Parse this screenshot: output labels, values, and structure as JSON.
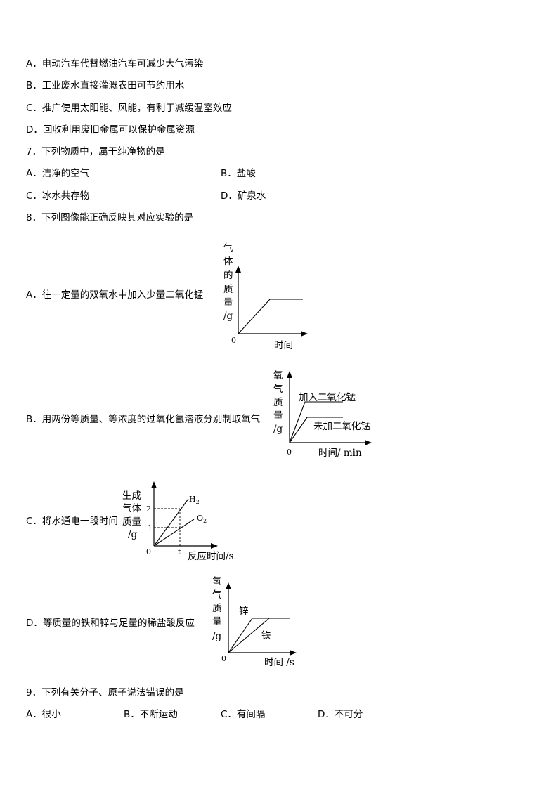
{
  "q6_options": {
    "A": "A．电动汽车代替燃油汽车可减少大气污染",
    "B": "B．工业废水直接灌溉农田可节约用水",
    "C": "C．推广使用太阳能、风能，有利于减缓温室效应",
    "D": "D．回收利用废旧金属可以保护金属资源"
  },
  "q7": {
    "stem": "7．下列物质中，属于纯净物的是",
    "A": "A．洁净的空气",
    "B": "B．盐酸",
    "C": "C．冰水共存物",
    "D": "D．矿泉水"
  },
  "q8": {
    "stem": "8．下列图像能正确反映其对应实验的是",
    "A": {
      "text": "A．往一定量的双氧水中加入少量二氧化锰",
      "ylabel": [
        "气",
        "体",
        "的",
        "质",
        "量",
        "/g"
      ],
      "origin": "0",
      "xlabel": "时间"
    },
    "B": {
      "text": "B．用两份等质量、等浓度的过氧化氢溶液分别制取氧气",
      "ylabel": [
        "氧",
        "气",
        "质",
        "量",
        "/g"
      ],
      "origin": "0",
      "xlabel": "时间/ min",
      "series1": "加入二氧化锰",
      "series2": "未加二氧化锰"
    },
    "C": {
      "text": "C．将水通电一段时间",
      "ylabel": [
        "生成",
        "气体",
        "质量",
        "/g"
      ],
      "origin": "0",
      "xlabel": "反应时间/s",
      "tick_2": "2",
      "tick_1": "1",
      "tick_t": "t",
      "h2": "H",
      "h2_sub": "2",
      "o2": "O",
      "o2_sub": "2"
    },
    "D": {
      "text": "D．等质量的铁和锌与足量的稀盐酸反应",
      "ylabel": [
        "氢",
        "气",
        "质",
        "量",
        "/g"
      ],
      "origin": "0",
      "xlabel": "时间 /s",
      "zinc": "锌",
      "iron": "铁"
    }
  },
  "q9": {
    "stem": "9．下列有关分子、原子说法错误的是",
    "A": "A．很小",
    "B": "B．不断运动",
    "C": "C．有间隔",
    "D": "D．不可分"
  }
}
